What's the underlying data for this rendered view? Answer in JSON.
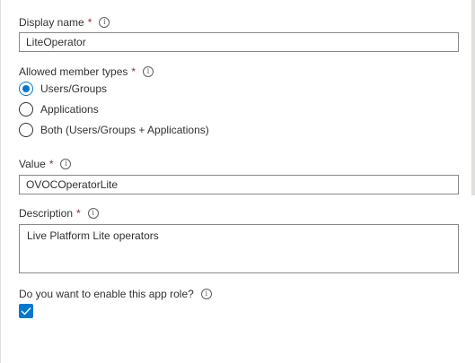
{
  "display_name": {
    "label": "Display name",
    "required_mark": "*",
    "info_glyph": "i",
    "value": "LiteOperator"
  },
  "member_types": {
    "label": "Allowed member types",
    "required_mark": "*",
    "info_glyph": "i",
    "options": [
      {
        "label": "Users/Groups",
        "checked": true
      },
      {
        "label": "Applications",
        "checked": false
      },
      {
        "label": "Both (Users/Groups + Applications)",
        "checked": false
      }
    ]
  },
  "value_field": {
    "label": "Value",
    "required_mark": "*",
    "info_glyph": "i",
    "value": "OVOCOperatorLite"
  },
  "description": {
    "label": "Description",
    "required_mark": "*",
    "info_glyph": "i",
    "value": "Live Platform Lite operators"
  },
  "enable_role": {
    "label": "Do you want to enable this app role?",
    "info_glyph": "i",
    "checked": true
  },
  "colors": {
    "accent": "#0078d4",
    "required": "#a4262c",
    "border": "#8a8886",
    "text": "#323130"
  }
}
